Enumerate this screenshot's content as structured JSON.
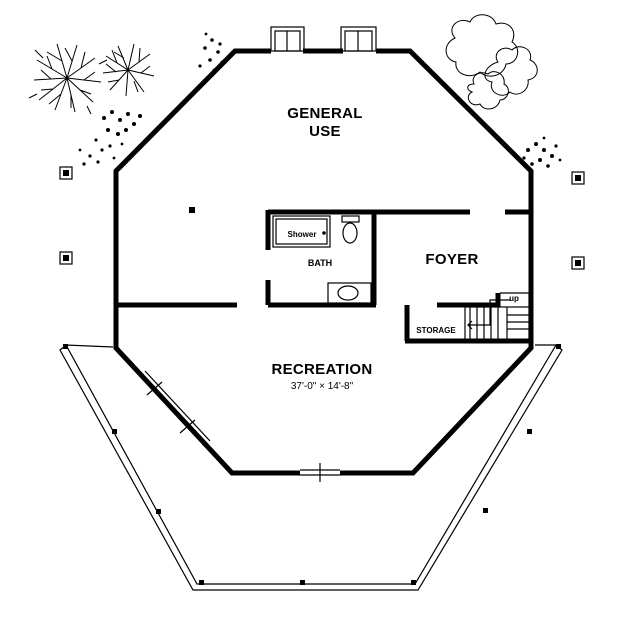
{
  "rooms": {
    "general_use_line1": "GENERAL",
    "general_use_line2": "USE",
    "foyer": "FOYER",
    "recreation": "RECREATION",
    "recreation_dims": "37'-0\" × 14'-8\"",
    "bath": "BATH",
    "shower": "Shower",
    "storage": "STORAGE",
    "stair_up": "up"
  },
  "colors": {
    "ink": "#000000",
    "paper": "#ffffff"
  }
}
